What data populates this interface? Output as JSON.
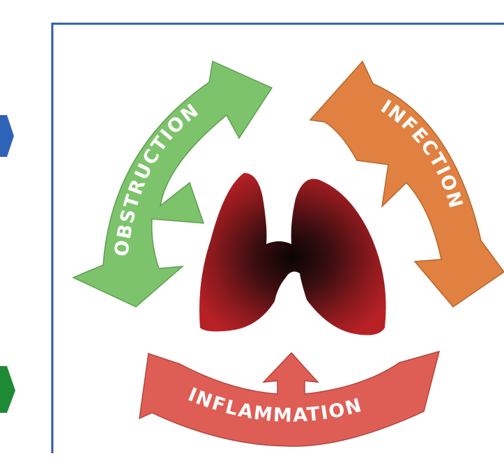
{
  "diagram": {
    "arrows": [
      {
        "id": "obstruction",
        "label": "OBSTRUCTION",
        "color": "#7dc36b",
        "outline": "#5f9e4f"
      },
      {
        "id": "infection",
        "label": "INFECTION",
        "color": "#e08141",
        "outline": "#b8652c"
      },
      {
        "id": "inflammation",
        "label": "INFLAMMATION",
        "color": "#de5e55",
        "outline": "#b3443d"
      }
    ],
    "center_icon": "lungs-icon",
    "side_markers": [
      {
        "icon": "chevron-right-icon",
        "color": "#2f63b8"
      },
      {
        "icon": "chevron-right-icon",
        "color": "#1f8a35"
      }
    ],
    "frame_color": "#2c5aa8",
    "lung_colors": {
      "outer": "#b72126",
      "inner": "#0b0404"
    }
  }
}
